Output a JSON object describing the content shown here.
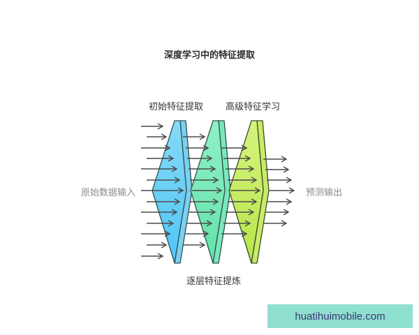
{
  "title": "深度学习中的特征提取",
  "labels": {
    "initial_extraction": "初始特征提取",
    "advanced_learning": "高级特征学习",
    "raw_input": "原始数据输入",
    "prediction_output": "预测输出",
    "layerwise_refinement": "逐层特征提炼"
  },
  "layers": [
    {
      "name": "layer-1",
      "color_top": "#7dd6f7",
      "color_bottom": "#55c8f5",
      "edge": "#2f5a5a"
    },
    {
      "name": "layer-2",
      "color_top": "#8af2c0",
      "color_bottom": "#6ee6b0",
      "edge": "#2f5a4a"
    },
    {
      "name": "layer-3",
      "color_top": "#d4f27a",
      "color_bottom": "#bfe850",
      "edge": "#3d5a2a"
    }
  ],
  "arrows": {
    "input_count": 13,
    "between_1_2_count": 11,
    "between_2_3_count": 9,
    "output_count": 7,
    "color": "#4a4a4a"
  },
  "watermark": {
    "text": "huatihuimobile.com",
    "background": "#8fe0cf",
    "color": "#3a3576"
  }
}
